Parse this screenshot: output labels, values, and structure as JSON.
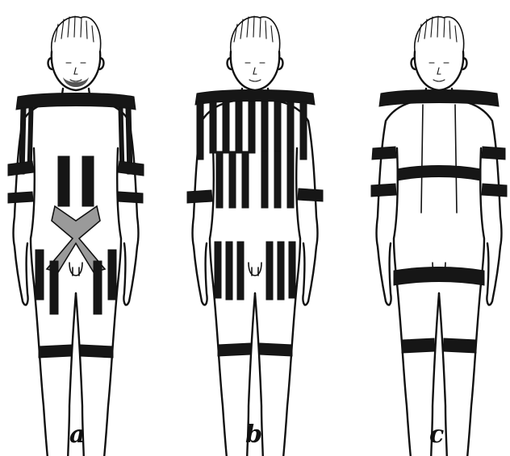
{
  "figures": [
    {
      "id": "a",
      "label": "a"
    },
    {
      "id": "b",
      "label": "b"
    },
    {
      "id": "c",
      "label": "c"
    }
  ],
  "colors": {
    "ink": "#111111",
    "band": "#161616",
    "paper": "#ffffff",
    "stipple": "#9a9a9a"
  }
}
